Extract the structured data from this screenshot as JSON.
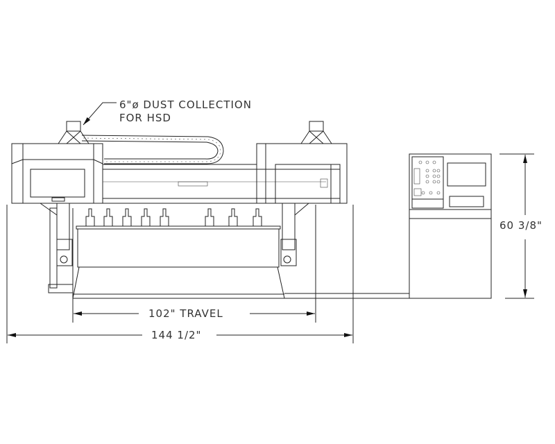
{
  "callout": {
    "line1": "6\"ø DUST COLLECTION",
    "line2": "FOR HSD"
  },
  "dimensions": {
    "travel": "102\" TRAVEL",
    "overall_width": "144 1/2\"",
    "controller_height": "60 3/8\""
  },
  "colors": {
    "line": "#222222",
    "background": "#ffffff"
  }
}
